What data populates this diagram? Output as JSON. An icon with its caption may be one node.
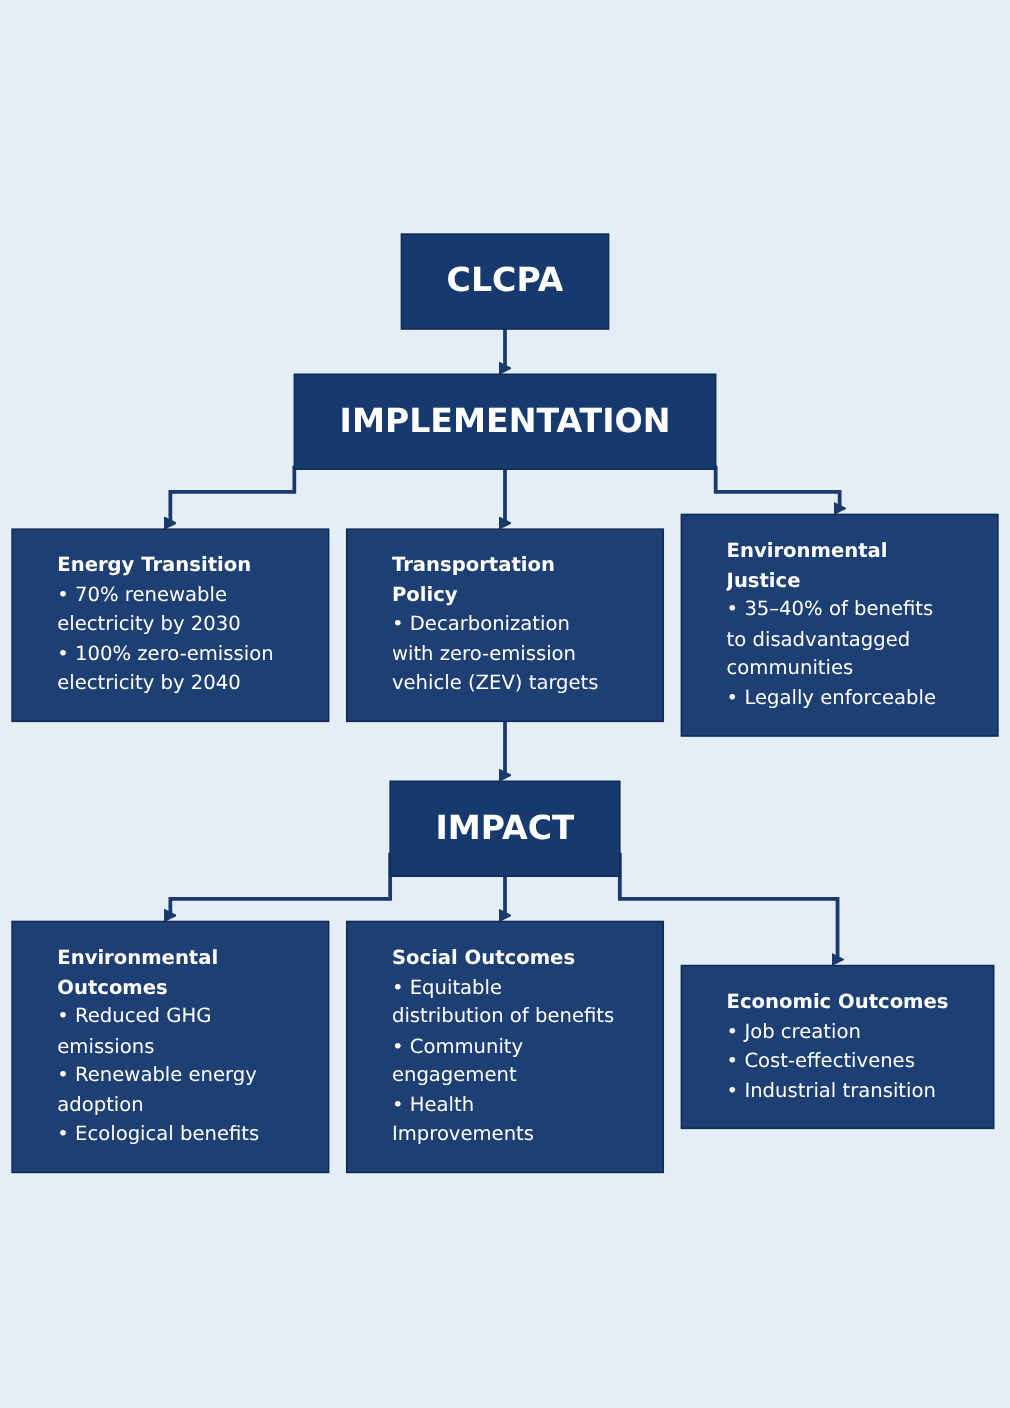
{
  "diagram": {
    "nodes": [
      {
        "text": [
          "CLCPA"
        ]
      },
      {
        "text": [
          "IMPLEMENTATION"
        ]
      },
      {
        "text": [
          "Energy Transition",
          "• 70% renewable electricity by 2030",
          "• 100% zero-emission electricity by 2040"
        ]
      },
      {
        "text": [
          "Transportation Policy",
          "• Decarbonization with zero-emission vehicle (ZEV) targets"
        ]
      },
      {
        "text": [
          "Environmental Justice",
          "• 35–40% of benefits to disadvantagged communities",
          "• Legally enforceable"
        ]
      },
      {
        "text": [
          "IMPACT"
        ]
      },
      {
        "text": [
          "Environmental Outcomes",
          "• Reduced GHG emissions",
          "• Renewable energy adoption",
          "• Ecological benefits"
        ]
      },
      {
        "text": [
          "Social Outcomes",
          "• Equitable distribution of benefits",
          "• Community engagement",
          "• Health Improvements"
        ]
      },
      {
        "text": [
          "Economic Outcomes",
          "• Job creation",
          "• Cost-effectivenes",
          "• Industrial transition"
        ]
      }
    ],
    "edges": [
      {
        "from": 0,
        "to": 1,
        "arrow": "to"
      },
      {
        "from": 1,
        "to": 2,
        "arrow": "to"
      },
      {
        "from": 1,
        "to": 3,
        "arrow": "to"
      },
      {
        "from": 1,
        "to": 4,
        "arrow": "to"
      },
      {
        "from": 3,
        "to": 5,
        "arrow": "to"
      },
      {
        "from": 5,
        "to": 6,
        "arrow": "to"
      },
      {
        "from": 5,
        "to": 7,
        "arrow": "to"
      },
      {
        "from": 5,
        "to": 8,
        "arrow": "to"
      }
    ]
  }
}
